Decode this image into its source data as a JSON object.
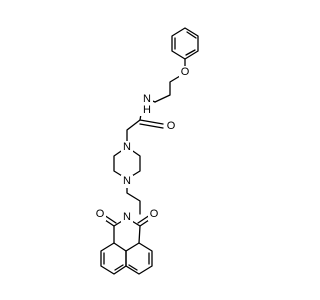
{
  "atoms": {
    "ether_o": "O",
    "amide_nh": "N\nH",
    "amide_nh_n": "N",
    "amide_nh_h": "H",
    "amide_o": "O",
    "pip_n_top": "N",
    "pip_n_bottom": "N",
    "imide_n": "N",
    "imide_o_left": "O",
    "imide_o_right": "O"
  },
  "colors": {
    "bond": "#000000",
    "label": "#000000",
    "background": "#ffffff"
  }
}
